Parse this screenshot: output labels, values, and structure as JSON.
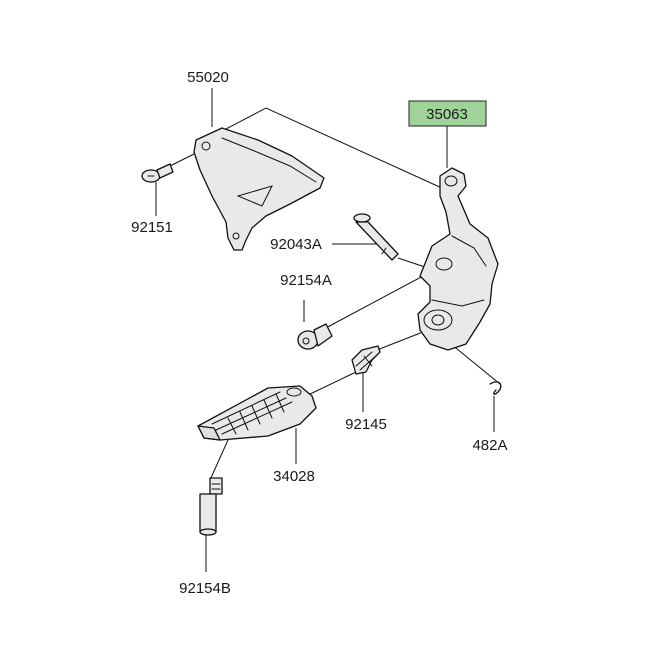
{
  "labels": {
    "bracket_55020": "55020",
    "lever_35063": "35063",
    "bolt_92151": "92151",
    "pin_92043A": "92043A",
    "bolt_92154A": "92154A",
    "spring_92145": "92145",
    "clip_482A": "482A",
    "footpeg_34028": "34028",
    "bolt_92154B": "92154B"
  },
  "colors": {
    "highlight": "#9fd39a",
    "part_fill": "#e9e9e9",
    "line": "#111111"
  }
}
